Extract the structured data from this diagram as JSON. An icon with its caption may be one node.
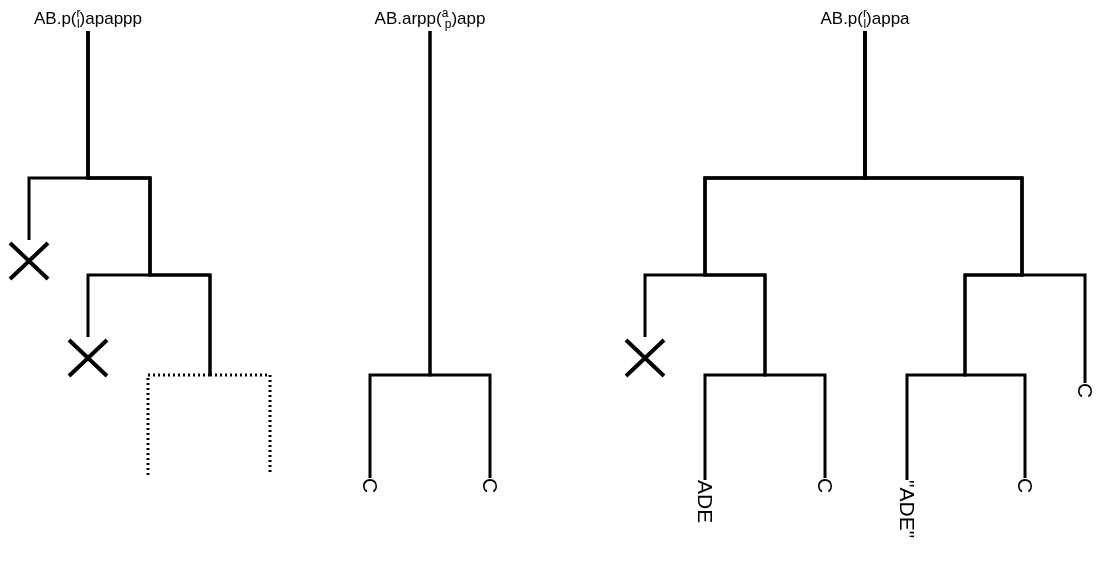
{
  "diagram": {
    "nodes": [
      {
        "text": [
          "AB.p($^{r}$$_{l}$)apappp"
        ]
      },
      {
        "text": [],
        "shape": "cross"
      },
      {
        "text": [],
        "shape": "cross"
      },
      {
        "text": [
          "AB.arpp($^{a}$$_{p}$)app"
        ]
      },
      {
        "text": [
          "C"
        ]
      },
      {
        "text": [
          "C"
        ]
      },
      {
        "text": [
          "AB.p($^{r}$$_{l}$)appa"
        ]
      },
      {
        "text": [],
        "shape": "cross"
      },
      {
        "text": [
          "ADE"
        ]
      },
      {
        "text": [
          "C"
        ]
      },
      {
        "text": [
          "\"ADE\""
        ]
      },
      {
        "text": [
          "C"
        ]
      },
      {
        "text": [
          "C"
        ]
      }
    ],
    "edges": [
      {
        "from": 0,
        "to": 1,
        "arrow": "none"
      },
      {
        "from": 0,
        "to": 2,
        "arrow": "none"
      },
      {
        "from": 0,
        "to": null,
        "arrow": "none",
        "style": "dashed"
      },
      {
        "from": 0,
        "to": null,
        "arrow": "none",
        "style": "dashed"
      },
      {
        "from": 3,
        "to": 4,
        "arrow": "none"
      },
      {
        "from": 3,
        "to": 5,
        "arrow": "none"
      },
      {
        "from": 6,
        "to": 7,
        "arrow": "none"
      },
      {
        "from": 6,
        "to": 8,
        "arrow": "none"
      },
      {
        "from": 6,
        "to": 9,
        "arrow": "none"
      },
      {
        "from": 6,
        "to": 10,
        "arrow": "none"
      },
      {
        "from": 6,
        "to": 11,
        "arrow": "none"
      },
      {
        "from": 6,
        "to": 12,
        "arrow": "none"
      }
    ]
  }
}
